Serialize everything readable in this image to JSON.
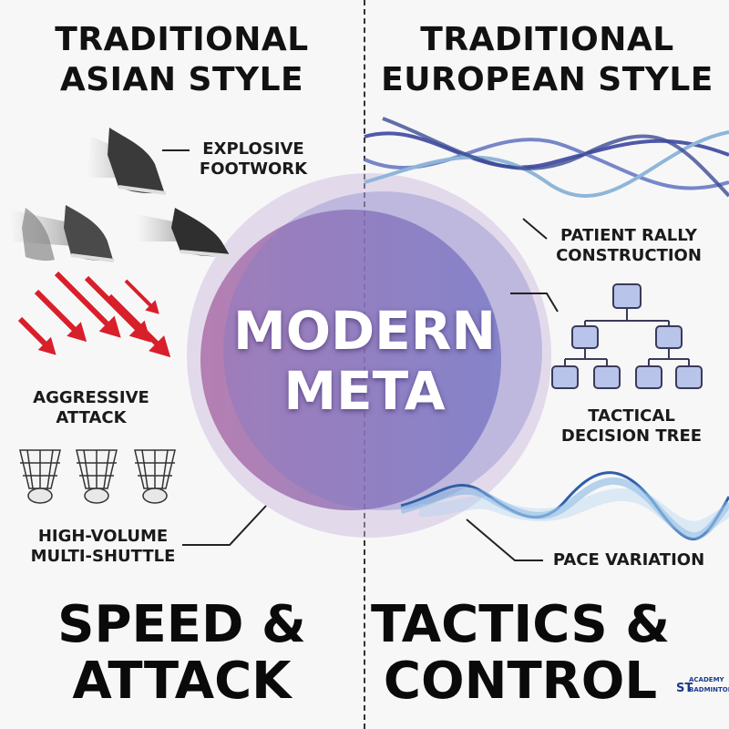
{
  "left": {
    "title": [
      "TRADITIONAL",
      "ASIAN STYLE"
    ],
    "bottom": [
      "SPEED &",
      "ATTACK"
    ],
    "labels": {
      "footwork": [
        "EXPLOSIVE",
        "FOOTWORK"
      ],
      "attack": [
        "AGGRESSIVE",
        "ATTACK"
      ],
      "shuttle": [
        "HIGH-VOLUME",
        "MULTI-SHUTTLE"
      ]
    }
  },
  "right": {
    "title": [
      "TRADITIONAL",
      "EUROPEAN STYLE"
    ],
    "bottom": [
      "TACTICS &",
      "CONTROL"
    ],
    "labels": {
      "rally": [
        "PATIENT RALLY",
        "CONSTRUCTION"
      ],
      "tree": [
        "TACTICAL",
        "DECISION TREE"
      ],
      "pace": [
        "PACE VARIATION"
      ]
    }
  },
  "center": [
    "MODERN",
    "META"
  ],
  "logo": {
    "top": "ACADEMY",
    "mark": "ST",
    "bottom": "BADMINTON"
  },
  "colors": {
    "circle_left": "#9b5fa0",
    "circle_right": "#6b6fc0",
    "arrow": "#d81f2a",
    "wave": "#4a76b8",
    "tree_node": "#b8c4ea"
  }
}
